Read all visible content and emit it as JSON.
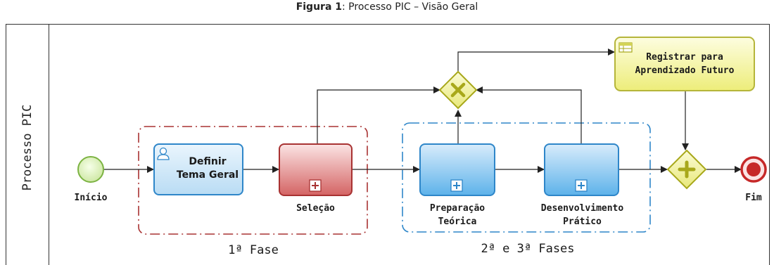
{
  "caption": {
    "bold": "Figura 1",
    "text": ": Processo PIC – Visão Geral"
  },
  "pool": {
    "label": "Processo PIC"
  },
  "events": {
    "start": "Início",
    "end": "Fim"
  },
  "tasks": {
    "definir_line1": "Definir",
    "definir_line2": "Tema Geral",
    "selecao": "Seleção",
    "preparacao_line1": "Preparação",
    "preparacao_line2": "Teórica",
    "desenvolvimento_line1": "Desenvolvimento",
    "desenvolvimento_line2": "Prático",
    "registrar_line1": "Registrar para",
    "registrar_line2": "Aprendizado Futuro"
  },
  "phases": {
    "fase1": "1ª Fase",
    "fase23": "2ª e 3ª Fases"
  },
  "colors": {
    "start_event": "#7cb342",
    "end_event": "#c62828",
    "task_blue": "#2e86c9",
    "task_red": "#a83232",
    "gateway": "#a8a81a",
    "data_task": "#c8c84a"
  }
}
